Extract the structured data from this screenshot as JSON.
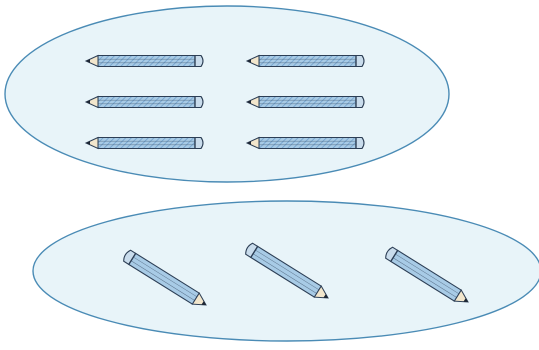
{
  "groups": [
    {
      "name": "top",
      "pencil_count": 6,
      "layout": "two-columns-horizontal",
      "pencil_color": "blue-hatched"
    },
    {
      "name": "bottom",
      "pencil_count": 3,
      "layout": "single-row-diagonal",
      "pencil_color": "light-blue"
    }
  ],
  "colors": {
    "ellipse_fill": "#e8f4f9",
    "ellipse_stroke": "#4a8bb5",
    "pencil_body_dark": "#6f9fcb",
    "pencil_body_light": "#a8cbe6",
    "pencil_outline": "#2c3e55",
    "pencil_wood": "#f2e6cc",
    "pencil_lead": "#1e2633",
    "eraser": "#c9dcec"
  }
}
